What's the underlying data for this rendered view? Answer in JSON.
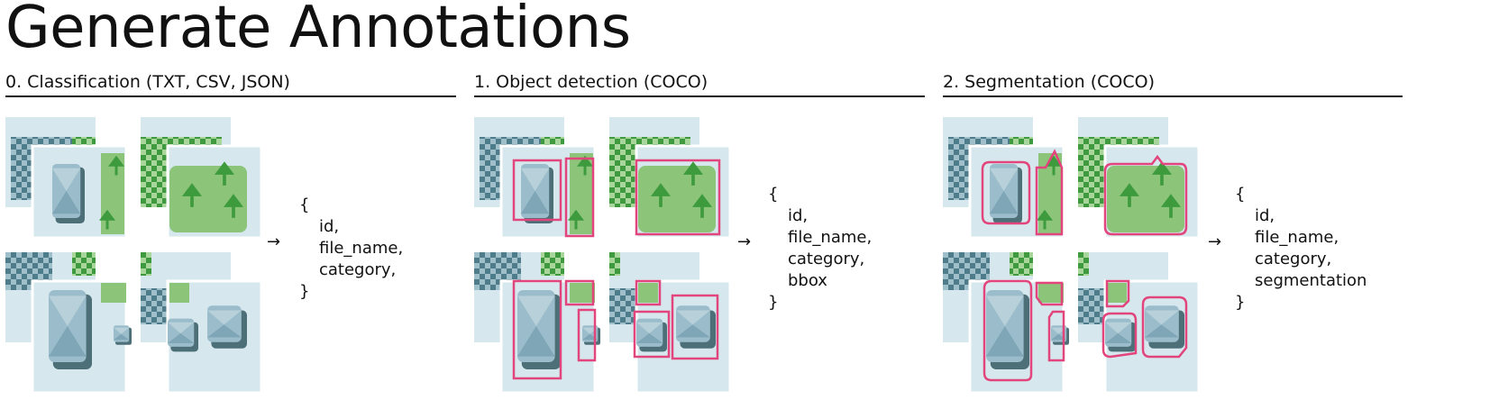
{
  "title": "Generate Annotations",
  "sections": [
    {
      "header": "0. Classification (TXT, CSV, JSON)",
      "arrow": "→",
      "code": {
        "open": "{",
        "fields": [
          "id,",
          "file_name,",
          "category,"
        ],
        "close": "}"
      }
    },
    {
      "header": "1. Object detection (COCO)",
      "arrow": "→",
      "code": {
        "open": "{",
        "fields": [
          "id,",
          "file_name,",
          "category,",
          "bbox"
        ],
        "close": "}"
      }
    },
    {
      "header": "2. Segmentation (COCO)",
      "arrow": "→",
      "code": {
        "open": "{",
        "fields": [
          "id,",
          "file_name,",
          "category,",
          "segmentation"
        ],
        "close": "}"
      }
    }
  ],
  "colors": {
    "tile_bg": "#d6e8ee",
    "checker_teal": "#4e7c8a",
    "checker_green": "#4aa84a",
    "field_green": "#8cc57a",
    "tree_green": "#3d9a3d",
    "box_blue": "#8eb4c4",
    "box_dark": "#4d6f78",
    "annotation_pink": "#e2447c"
  }
}
